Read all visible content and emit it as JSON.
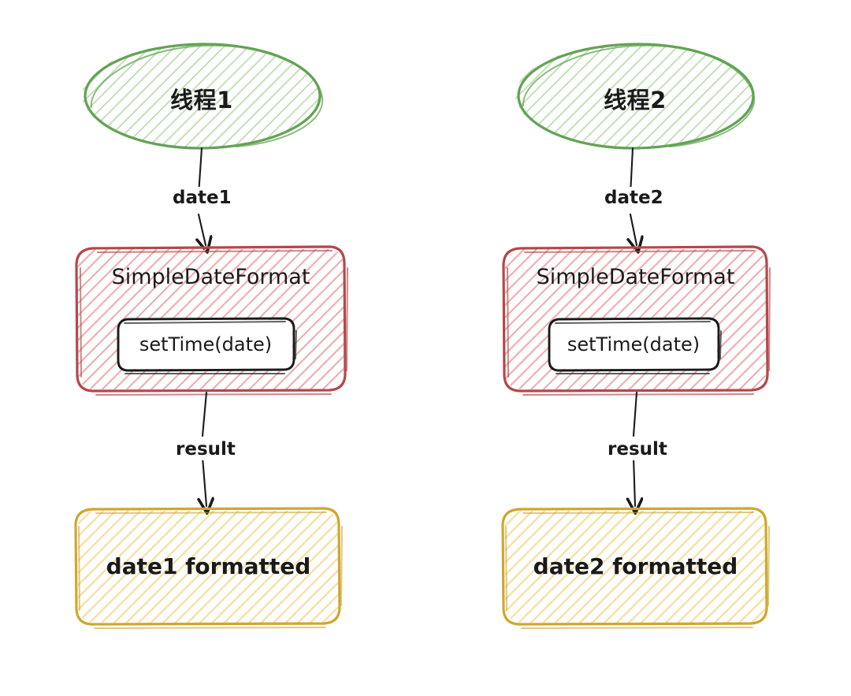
{
  "diagram": {
    "title": "SimpleDateFormat thread safety diagram",
    "background_color": "#ffffff",
    "palette": {
      "thread_stroke": "#63a355",
      "thread_fill": "#b9dcae",
      "format_stroke": "#b4484a",
      "format_fill": "#e9a3a3",
      "result_stroke": "#cfa72e",
      "result_fill": "#f0d98a",
      "inner_stroke": "#1a1a1a",
      "inner_fill": "#ffffff",
      "edge_stroke": "#1a1a1a",
      "text_color": "#1a1a1a"
    },
    "columns": [
      {
        "id": "left",
        "thread": {
          "label": "线程1",
          "shape": "ellipse"
        },
        "edge_top": {
          "label": "date1"
        },
        "format": {
          "label": "SimpleDateFormat",
          "shape": "rounded-rect",
          "method": {
            "label": "setTime(date)",
            "shape": "rounded-rect"
          }
        },
        "edge_bottom": {
          "label": "result"
        },
        "result": {
          "label": "date1 formatted",
          "shape": "rounded-rect"
        }
      },
      {
        "id": "right",
        "thread": {
          "label": "线程2",
          "shape": "ellipse"
        },
        "edge_top": {
          "label": "date2"
        },
        "format": {
          "label": "SimpleDateFormat",
          "shape": "rounded-rect",
          "method": {
            "label": "setTime(date)",
            "shape": "rounded-rect"
          }
        },
        "edge_bottom": {
          "label": "result"
        },
        "result": {
          "label": "date2 formatted",
          "shape": "rounded-rect"
        }
      }
    ]
  }
}
